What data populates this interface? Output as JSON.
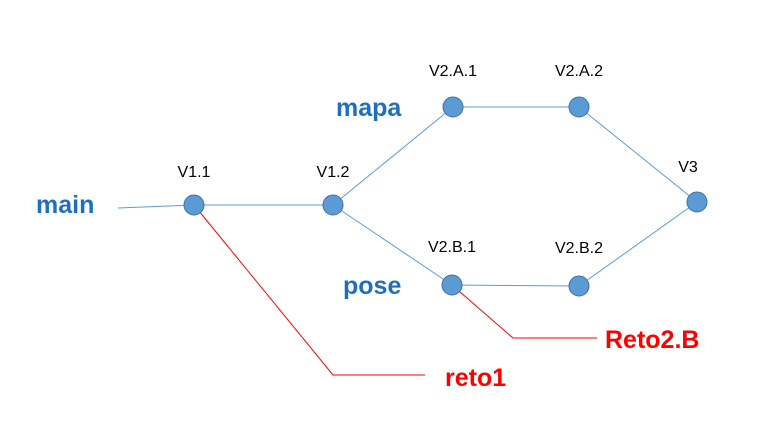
{
  "branches": {
    "main": "main",
    "mapa": "mapa",
    "pose": "pose",
    "reto1": "reto1",
    "reto2b": "Reto2.B"
  },
  "versions": {
    "v1_1": "V1.1",
    "v1_2": "V1.2",
    "v2a1": "V2.A.1",
    "v2a2": "V2.A.2",
    "v2b1": "V2.B.1",
    "v2b2": "V2.B.2",
    "v3": "V3"
  },
  "colors": {
    "main_branch_line": "#5b9bd5",
    "node_fill": "#5b9bd5",
    "blue_label": "#1f6fbf",
    "red_label": "#ff0000"
  }
}
